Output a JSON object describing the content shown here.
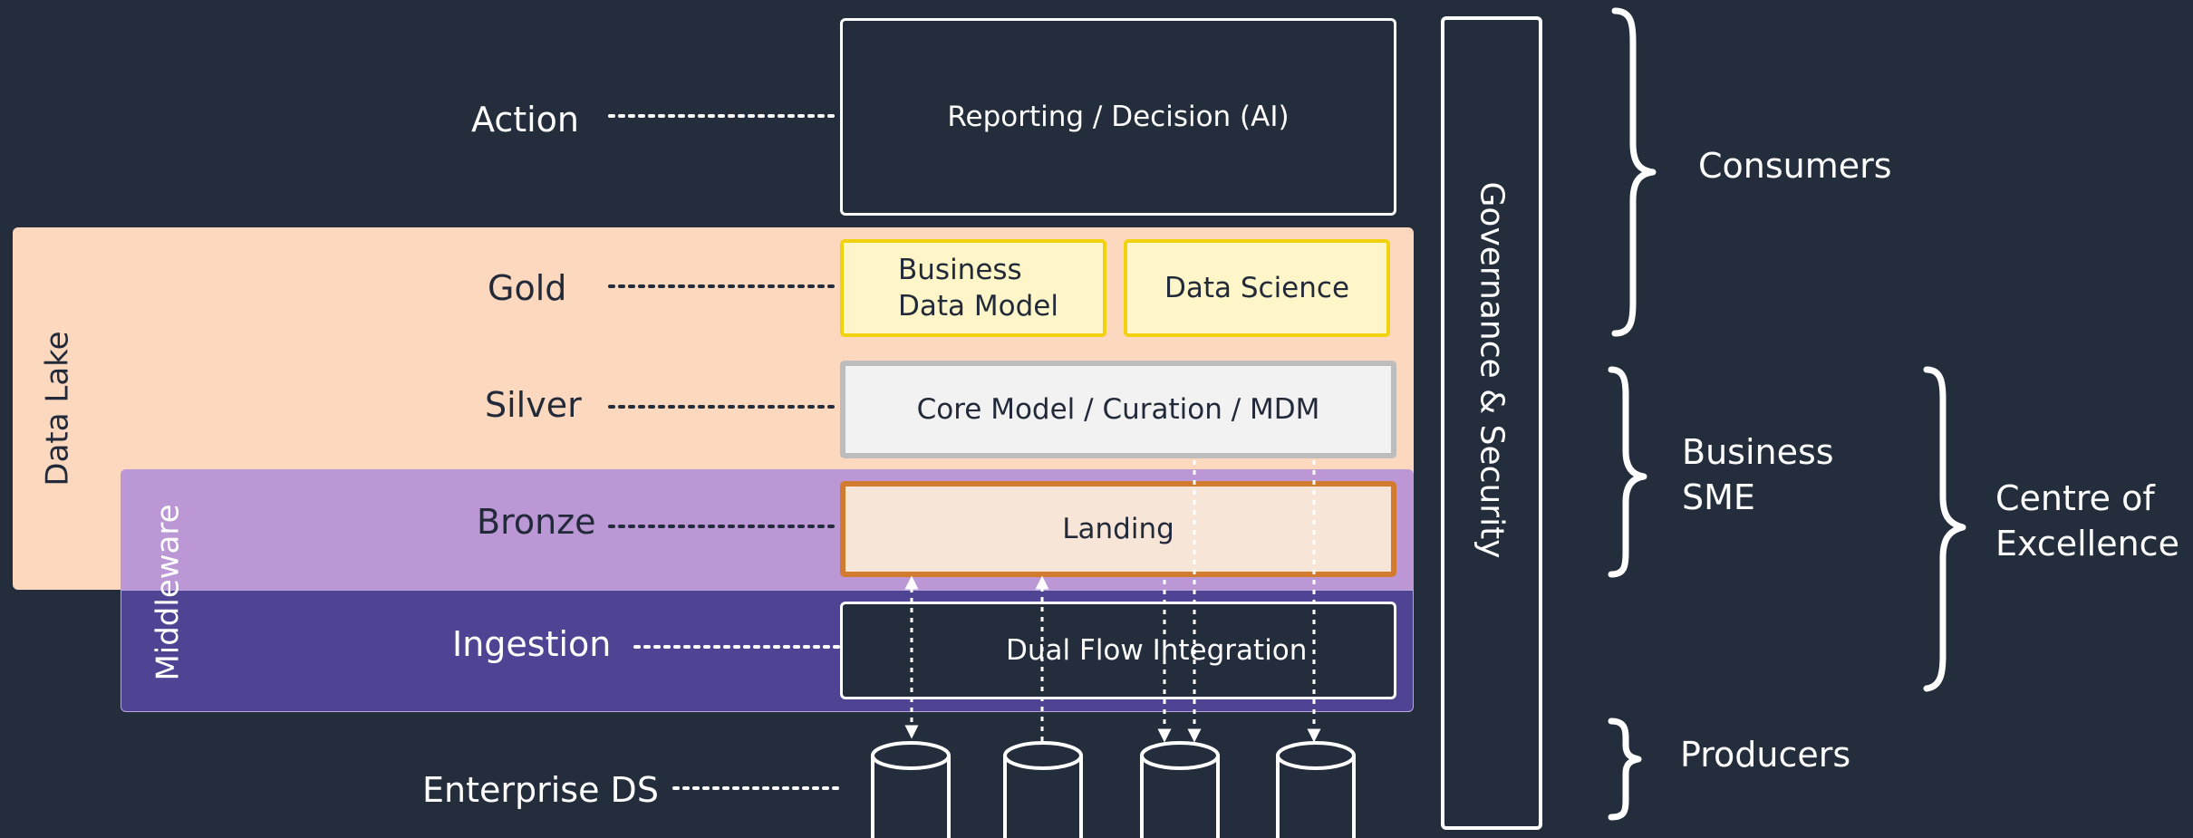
{
  "layers": {
    "action": "Action",
    "gold": "Gold",
    "silver": "Silver",
    "bronze": "Bronze",
    "ingestion": "Ingestion",
    "enterprise_ds": "Enterprise DS"
  },
  "bands": {
    "data_lake": "Data Lake",
    "middleware": "Middleware"
  },
  "boxes": {
    "reporting": "Reporting / Decision (AI)",
    "business_data_model_line1": "Business",
    "business_data_model_line2": "Data Model",
    "data_science": "Data Science",
    "core_model": "Core Model / Curation / MDM",
    "landing": "Landing",
    "dual_flow": "Dual Flow Integration"
  },
  "governance": "Governance & Security",
  "roles": {
    "consumers": "Consumers",
    "business_sme_line1": "Business",
    "business_sme_line2": "SME",
    "centre_line1": "Centre of",
    "centre_line2": "Excellence",
    "producers": "Producers"
  },
  "colors": {
    "background": "#242d3c",
    "data_lake": "#fcd8bf",
    "middleware_bronze": "#bb97d6",
    "middleware_ingestion": "#4f4493",
    "gold_border": "#f2d10e",
    "silver_border": "#bdbdbd",
    "landing_border": "#d27b2e"
  }
}
